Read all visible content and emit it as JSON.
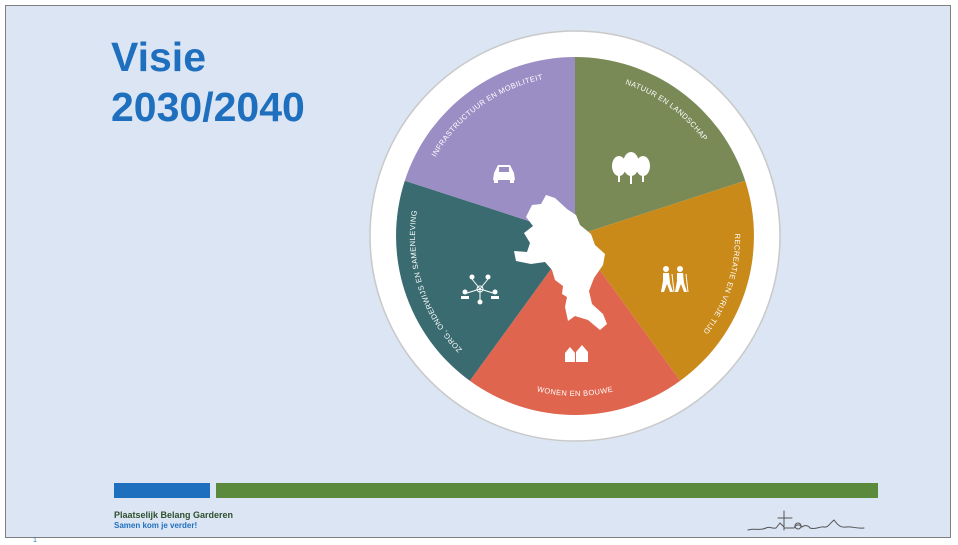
{
  "title": {
    "line1": "Visie",
    "line2": "2030/2040"
  },
  "wheel": {
    "segments": [
      {
        "label": "NATUUR EN LANDSCHAP",
        "icon": "trees-icon",
        "color": "#7a8a57"
      },
      {
        "label": "RECREATIE EN VRIJE TIJD",
        "icon": "hikers-icon",
        "color": "#c98a1a"
      },
      {
        "label": "WONEN EN BOUWE",
        "icon": "houses-icon",
        "color": "#e0654e"
      },
      {
        "label": "ZORG, ONDERWIJS EN SAMENLEVING",
        "icon": "network-icon",
        "color": "#3a6b70"
      },
      {
        "label": "INFRASTRUCTUUR EN MOBILITEIT",
        "icon": "car-icon",
        "color": "#9b8ec4"
      }
    ]
  },
  "footer": {
    "org_name": "Plaatselijk Belang Garderen",
    "slogan": "Samen kom je verder!",
    "page_number": "1"
  },
  "colors": {
    "title": "#1f6fbf",
    "bar_blue": "#1f6fbf",
    "bar_green": "#5b8a3c",
    "background": "#dbe5f3"
  }
}
